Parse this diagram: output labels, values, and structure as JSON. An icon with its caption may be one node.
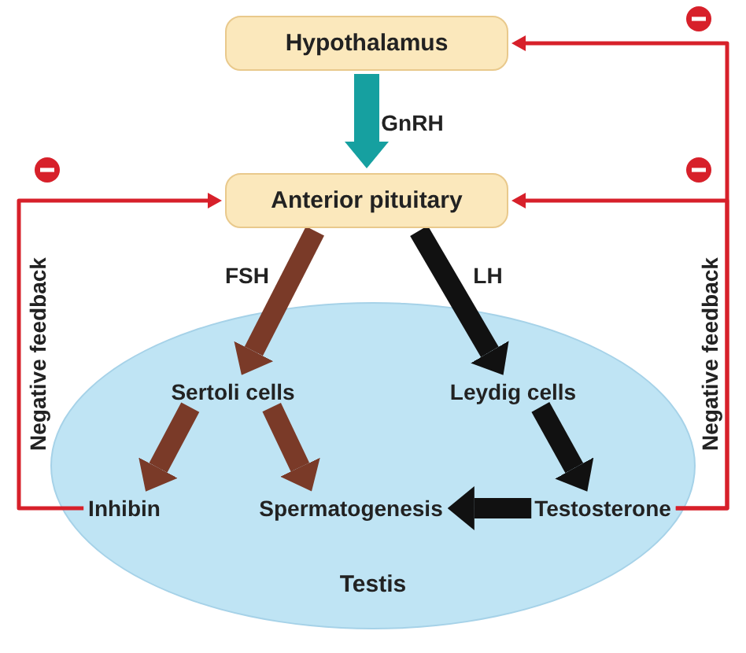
{
  "diagram": {
    "nodes": [
      {
        "text": [
          "Hypothalamus"
        ]
      },
      {
        "text": [
          "Anterior pituitary"
        ]
      },
      {
        "text": [
          "Testis"
        ]
      },
      {
        "text": [
          "Sertoli cells"
        ],
        "in": 2
      },
      {
        "text": [
          "Leydig cells"
        ],
        "in": 2
      },
      {
        "text": [
          "Inhibin"
        ],
        "in": 2
      },
      {
        "text": [
          "Spermatogenesis"
        ],
        "in": 2
      },
      {
        "text": [
          "Testosterone"
        ],
        "in": 2
      }
    ],
    "edges": [
      {
        "from": 0,
        "to": 1,
        "arrow": "to",
        "label": "GnRH",
        "color": "#16a0a0"
      },
      {
        "from": 1,
        "to": 3,
        "arrow": "to",
        "label": "FSH",
        "color": "#7a3a28"
      },
      {
        "from": 1,
        "to": 4,
        "arrow": "to",
        "label": "LH",
        "color": "#111111"
      },
      {
        "from": 3,
        "to": 5,
        "arrow": "to",
        "color": "#7a3a28"
      },
      {
        "from": 3,
        "to": 6,
        "arrow": "to",
        "color": "#7a3a28"
      },
      {
        "from": 4,
        "to": 7,
        "arrow": "to",
        "color": "#111111"
      },
      {
        "from": 7,
        "to": 6,
        "arrow": "to",
        "color": "#111111"
      },
      {
        "from": 5,
        "to": 1,
        "arrow": "to",
        "label": "Negative feedback",
        "color": "#d7202a"
      },
      {
        "from": 7,
        "to": 1,
        "arrow": "to",
        "label": "Negative feedback",
        "color": "#d7202a"
      },
      {
        "from": 7,
        "to": 0,
        "arrow": "to",
        "color": "#d7202a"
      }
    ]
  }
}
